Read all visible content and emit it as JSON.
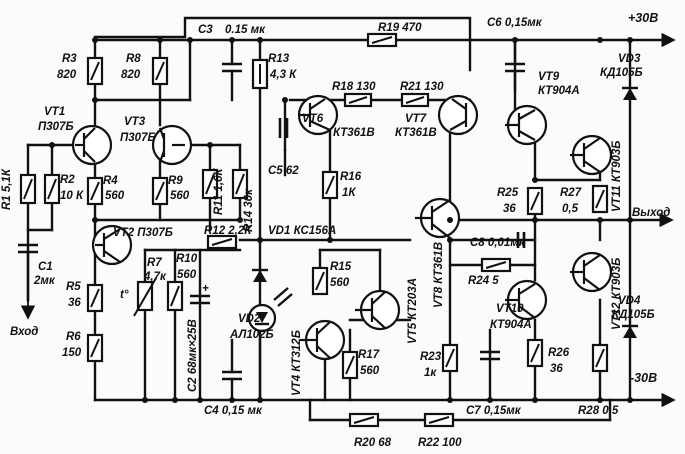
{
  "labels": {
    "vt1": "VT1",
    "vt1_type": "П307Б",
    "vt2": "VT2 П307Б",
    "vt3": "VT3",
    "vt3_type": "П307Б",
    "vt4": "VT4 КТ312Б",
    "vt5": "VT5 КТ203А",
    "vt6": "VT6",
    "vt6_type": "КТ361В",
    "vt7": "VT7",
    "vt7_type": "КТ361В",
    "vt8": "VT8 КТ361В",
    "vt9": "VT9",
    "vt9_type": "КТ904А",
    "vt10": "VT10",
    "vt10_type": "КТ904А",
    "vt11": "VT11 КТ903Б",
    "vt12": "VT12 КТ903Б",
    "vd1": "VD1 КС156А",
    "vd2": "VD2",
    "vd2_type": "АЛ102Б",
    "vd3": "VD3",
    "vd3_type": "КД105Б",
    "vd4": "VD4",
    "vd4_type": "КД105Б",
    "r1": "R1 5,1К",
    "r2": "R2",
    "r2_val": "10 К",
    "r3": "R3",
    "r3_val": "820",
    "r4": "R4",
    "r4_val": "560",
    "r5": "R5",
    "r5_val": "36",
    "r6": "R6",
    "r6_val": "150",
    "r7": "R7",
    "r7_val": "4,7к",
    "r8": "R8",
    "r8_val": "820",
    "r9": "R9",
    "r9_val": "560",
    "r10": "R10",
    "r10_val": "560",
    "r11": "R11 1,6К",
    "r12": "R12 2,2К",
    "r13": "R13",
    "r13_val": "4,3 К",
    "r14": "R14 30к",
    "r15": "R15",
    "r15_val": "560",
    "r16": "R16",
    "r16_val": "1К",
    "r17": "R17",
    "r17_val": "560",
    "r18": "R18 130",
    "r19": "R19 470",
    "r20": "R20 68",
    "r21": "R21 130",
    "r22": "R22 100",
    "r23": "R23",
    "r23_val": "1к",
    "r24": "R24 5",
    "r25": "R25",
    "r25_val": "36",
    "r26": "R26",
    "r26_val": "36",
    "r27": "R27",
    "r27_val": "0,5",
    "r28": "R28 0,5",
    "c1": "С1",
    "c1_val": "2мк",
    "c2": "С2 68мк×25В",
    "c3": "С3",
    "c3_val": "0.15 мк",
    "c4": "С4 0,15 мк",
    "c5": "С5 62",
    "c6": "С6 0,15мк",
    "c7": "С7 0,15мк",
    "c8": "С8 0,01мк",
    "plus": "+",
    "t_mark": "t°",
    "input": "Вход",
    "output": "Выход",
    "vplus": "+30В",
    "vminus": "-30В"
  }
}
